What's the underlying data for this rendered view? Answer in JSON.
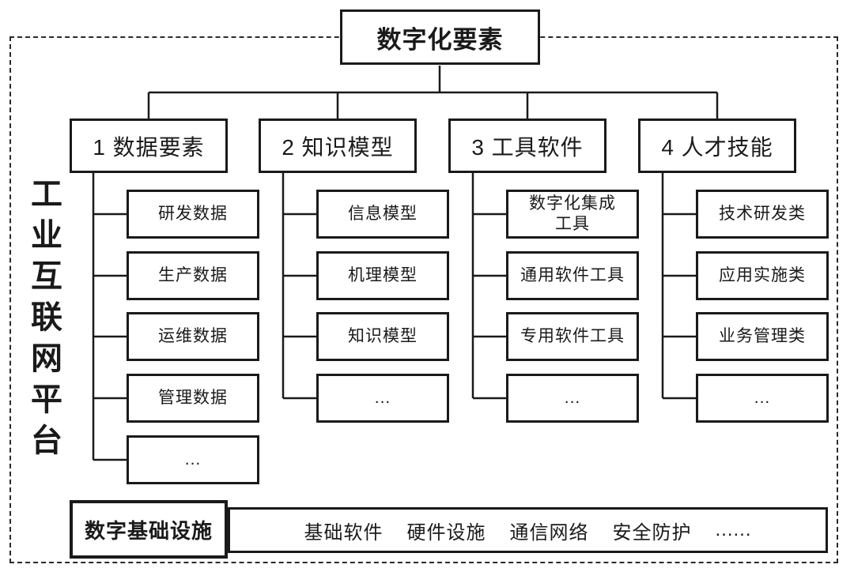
{
  "diagram": {
    "root": "数字化要素",
    "platform_label": "工业互联网平台",
    "branches": [
      {
        "title": "1 数据要素",
        "children": [
          "研发数据",
          "生产数据",
          "运维数据",
          "管理数据",
          "..."
        ]
      },
      {
        "title": "2 知识模型",
        "children": [
          "信息模型",
          "机理模型",
          "知识模型",
          "..."
        ]
      },
      {
        "title": "3 工具软件",
        "children": [
          "数字化集成\n工具",
          "通用软件工具",
          "专用软件工具",
          "..."
        ]
      },
      {
        "title": "4 人才技能",
        "children": [
          "技术研发类",
          "应用实施类",
          "业务管理类",
          "..."
        ]
      }
    ],
    "infrastructure": {
      "title": "数字基础设施",
      "items": [
        "基础软件",
        "硬件设施",
        "通信网络",
        "安全防护",
        "......"
      ]
    },
    "colors": {
      "line": "#1a1a1a",
      "background": "#ffffff"
    }
  }
}
